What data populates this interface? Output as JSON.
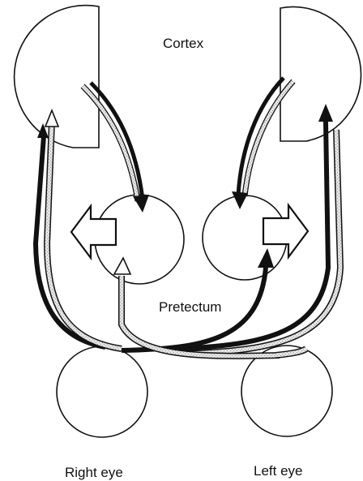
{
  "labels": {
    "cortex": "Cortex",
    "pretectum": "Pretectum",
    "right_eye": "Right eye",
    "left_eye": "Left eye"
  },
  "colors": {
    "line": "#111111",
    "stipple_light": "#e2e2e2",
    "stipple_dark": "#a8a8a8",
    "background": "#ffffff"
  }
}
